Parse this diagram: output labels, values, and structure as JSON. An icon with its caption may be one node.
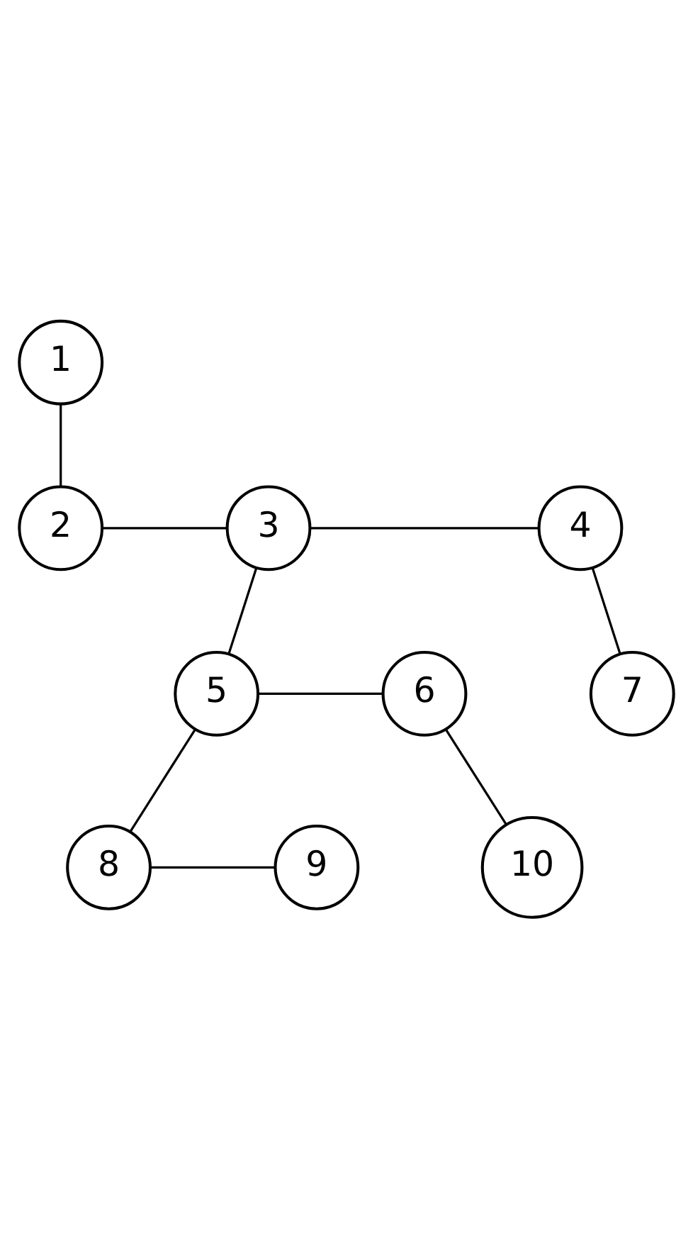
{
  "diagram": {
    "nodes": [
      {
        "text": [
          "1"
        ]
      },
      {
        "text": [
          "2"
        ]
      },
      {
        "text": [
          "3"
        ]
      },
      {
        "text": [
          "4"
        ]
      },
      {
        "text": [
          "7"
        ]
      },
      {
        "text": [
          "5"
        ]
      },
      {
        "text": [
          "6"
        ]
      },
      {
        "text": [
          "10"
        ]
      },
      {
        "text": [
          "8"
        ]
      },
      {
        "text": [
          "9"
        ]
      }
    ],
    "edges": [
      {
        "from": 0,
        "to": 1,
        "arrow": "none"
      },
      {
        "from": 1,
        "to": 2,
        "arrow": "none"
      },
      {
        "from": 2,
        "to": 3,
        "arrow": "none"
      },
      {
        "from": 3,
        "to": 4,
        "arrow": "none"
      },
      {
        "from": 2,
        "to": 5,
        "arrow": "none"
      },
      {
        "from": 5,
        "to": 6,
        "arrow": "none"
      },
      {
        "from": 6,
        "to": 7,
        "arrow": "none"
      },
      {
        "from": 5,
        "to": 8,
        "arrow": "none"
      },
      {
        "from": 8,
        "to": 9,
        "arrow": "none"
      }
    ]
  }
}
